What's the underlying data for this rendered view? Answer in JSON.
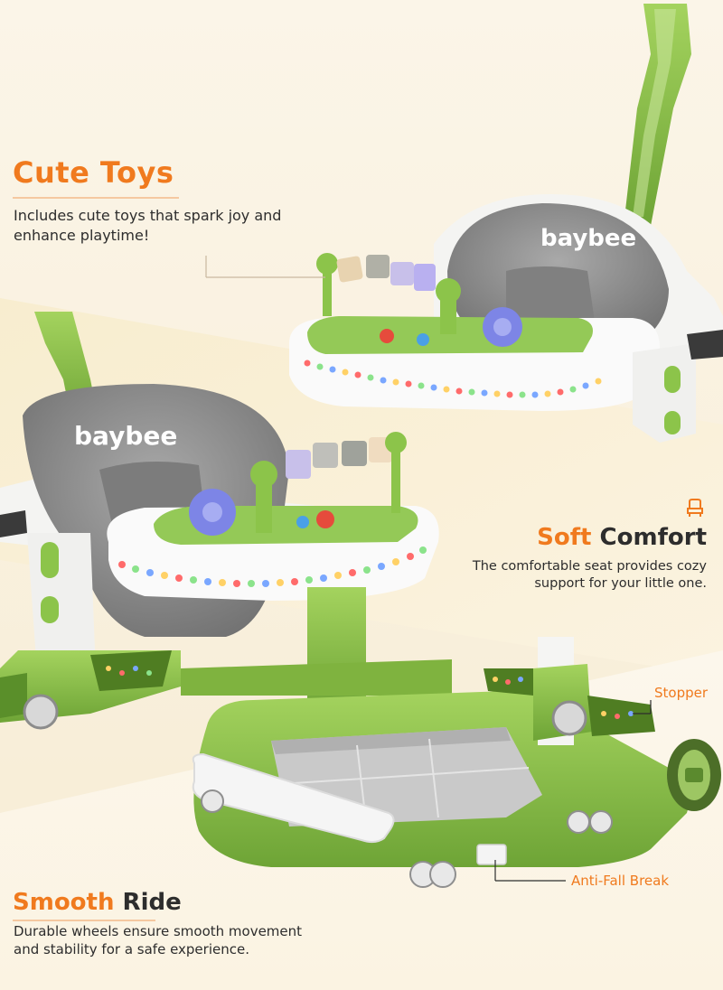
{
  "colors": {
    "accent": "#f07a1e",
    "text_dark": "#2d2d2d",
    "background": "#fbf3e2",
    "product_green": "#8cc44a",
    "seat_gray": "#8e8e8e"
  },
  "sections": {
    "cute_toys": {
      "title": "Cute Toys",
      "line1": "Includes cute toys that spark joy and",
      "line2": "enhance playtime!"
    },
    "soft_comfort": {
      "title_part1": "Soft",
      "title_part2": "Comfort",
      "line1": "The comfortable seat provides cozy",
      "line2": "support for your little one.",
      "icon": "seat-icon"
    },
    "smooth_ride": {
      "title_part1": "Smooth",
      "title_part2": "Ride",
      "line1": "Durable wheels ensure smooth movement",
      "line2": "and stability for a safe experience."
    }
  },
  "callouts": {
    "stopper": "Stopper",
    "anti_fall": "Anti-Fall Break"
  },
  "brand": {
    "logo_text": "baybee"
  }
}
